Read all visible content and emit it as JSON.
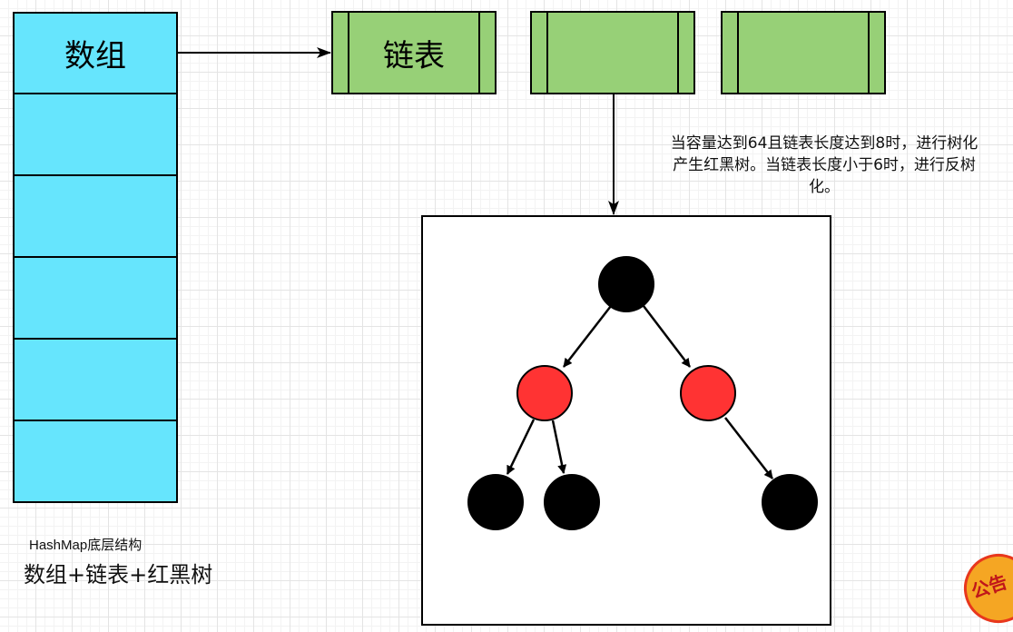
{
  "array_label": "数组",
  "linkedlist_label": "链表",
  "note": "当容量达到64且链表长度达到8时，进行树化\n产生红黑树。当链表长度小于6时，进行反树\n化。",
  "subtitle": "HashMap底层结构",
  "main_caption": "数组+链表+红黑树",
  "sticker_text": "公告",
  "colors": {
    "array_cell": "#66e5fd",
    "list_node": "#97d077",
    "red_node": "#ff3333",
    "black_node": "#000000"
  }
}
